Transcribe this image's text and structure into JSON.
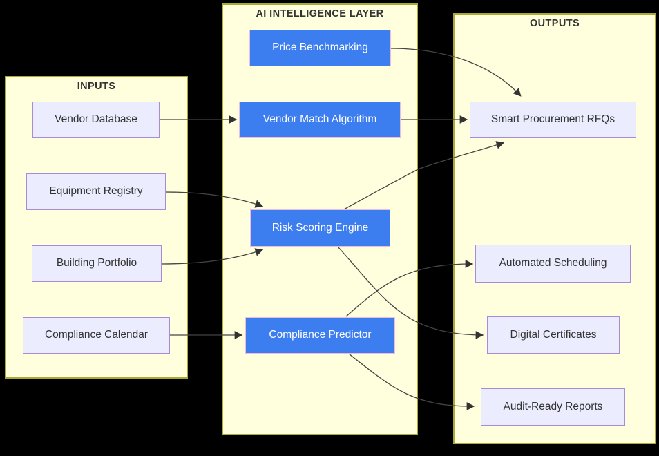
{
  "diagram_type": "flowchart",
  "colors": {
    "background": "#000000",
    "panel_fill": "#ffffde",
    "panel_border": "#aaaa33",
    "node_fill": "#ececff",
    "node_border": "#a88add",
    "ai_node_fill": "#3c7df0",
    "ai_node_border": "#f0bcd9",
    "edge_color": "#444444",
    "text_color": "#333333",
    "ai_text_color": "#ffffff"
  },
  "panels": [
    {
      "id": "inputs",
      "title": "INPUTS",
      "nodes": [
        "Vendor Database",
        "Equipment Registry",
        "Building Portfolio",
        "Compliance Calendar"
      ]
    },
    {
      "id": "ai-intelligence-layer",
      "title": "AI INTELLIGENCE LAYER",
      "nodes": [
        "Price Benchmarking",
        "Vendor Match Algorithm",
        "Risk Scoring Engine",
        "Compliance Predictor"
      ]
    },
    {
      "id": "outputs",
      "title": "OUTPUTS",
      "nodes": [
        "Smart Procurement RFQs",
        "Automated Scheduling",
        "Digital Certificates",
        "Audit-Ready Reports"
      ]
    }
  ],
  "edges": [
    {
      "from": "Vendor Database",
      "to": "Vendor Match Algorithm"
    },
    {
      "from": "Equipment Registry",
      "to": "Risk Scoring Engine"
    },
    {
      "from": "Building Portfolio",
      "to": "Risk Scoring Engine"
    },
    {
      "from": "Compliance Calendar",
      "to": "Compliance Predictor"
    },
    {
      "from": "Price Benchmarking",
      "to": "Smart Procurement RFQs"
    },
    {
      "from": "Vendor Match Algorithm",
      "to": "Smart Procurement RFQs"
    },
    {
      "from": "Risk Scoring Engine",
      "to": "Smart Procurement RFQs"
    },
    {
      "from": "Risk Scoring Engine",
      "to": "Digital Certificates"
    },
    {
      "from": "Compliance Predictor",
      "to": "Automated Scheduling"
    },
    {
      "from": "Compliance Predictor",
      "to": "Audit-Ready Reports"
    }
  ]
}
